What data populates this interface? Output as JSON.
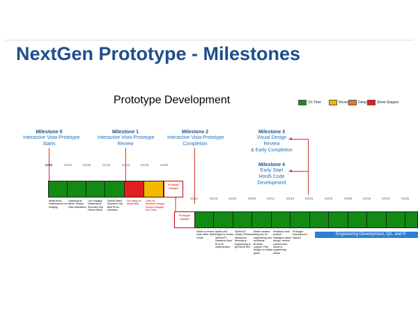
{
  "slide": {
    "title": "NextGen Prototype - Milestones"
  },
  "chart": {
    "title": "Prototype Development"
  },
  "legend": [
    {
      "label": "On Time",
      "color": "#1a8a1a"
    },
    {
      "label": "Review",
      "color": "#f5b800"
    },
    {
      "label": "Delayed",
      "color": "#e87722"
    },
    {
      "label": "Show Stopper",
      "color": "#e02020"
    }
  ],
  "milestones": [
    {
      "name": "Milestone 0",
      "lines": [
        "Interactive Visio-Prototype",
        "Starts"
      ]
    },
    {
      "name": "Milestone 1",
      "lines": [
        "Interactive Visio-Prototype",
        "Review"
      ]
    },
    {
      "name": "Milestone 2",
      "lines": [
        "Interactive Visio-Prototype",
        "Completion"
      ]
    },
    {
      "name": "Milestone 3",
      "lines": [
        "Visual Design",
        "Review",
        "& Early Completion"
      ]
    },
    {
      "name": "Milestone 4",
      "lines": [
        "Early Start",
        "Html5 Code",
        "Development"
      ]
    }
  ],
  "phase1": {
    "dates": [
      "12/25",
      "01/01",
      "01/08",
      "01/15",
      "01/22",
      "01/29",
      "02/05"
    ],
    "descriptions": [
      "Wireframes Dashboards Live Imaging",
      "Dashboards Alerts Tutorial Help Assistance",
      "Live Imaging Dashboards Stranded Cap Failure Effect",
      "Failure Effect Stranded Cap Best fit Inc. Numbers",
      "Not happy w/ deliverable",
      "Clear all Numbers Design Session Engage Dev Team"
    ],
    "prototype_changes": "Prototype changes"
  },
  "phase2": {
    "dates": [
      "02/12",
      "02/19",
      "02/26",
      "03/05",
      "03/12",
      "03/19",
      "03/26",
      "04/02",
      "04/09",
      "04/16",
      "04/23",
      "04/30"
    ],
    "prototype_changes": "Prototype changes",
    "descriptions": [
      "Martin to review code effort. Style Guide.",
      "Martin and Raghu to review Sinfinia.Fi. Research Best fit to be implemented",
      "Sinfinia.Fi Library Technical discussion. Meeting w/ engineering to get html5 Dev.",
      "Martin created living doc for engineering and architects. Browser support. First design of rv/style guide",
      "Feedback from product managers about design. Involve Lakshmi and Sarah in engineering efforts.",
      "Prototype Development Started"
    ],
    "engineering_label": "Engineering Development, QA, and R"
  }
}
